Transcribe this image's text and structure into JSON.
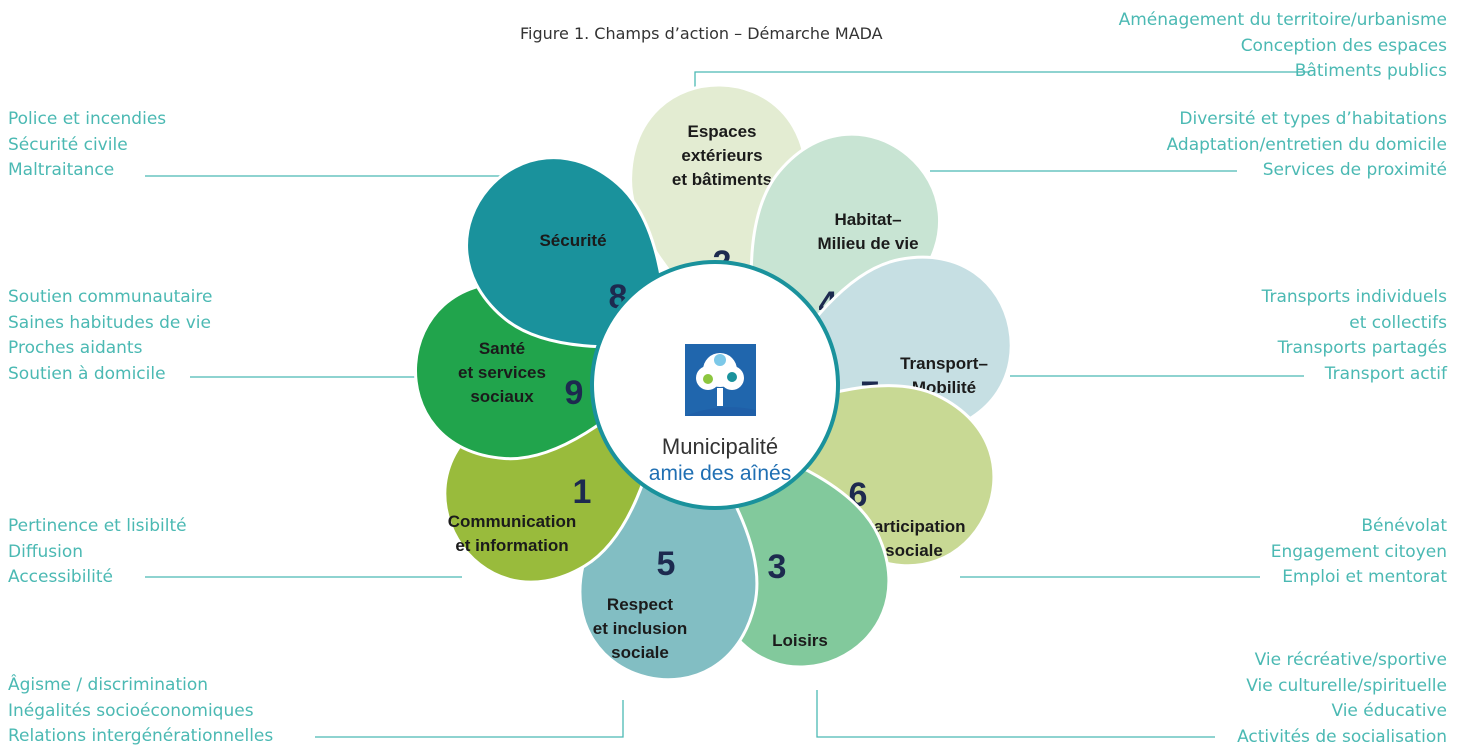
{
  "figure_title": "Figure 1. Champs d’action – Démarche MADA",
  "logo": {
    "line1": "Municipalité",
    "line2": "amie des aînés"
  },
  "colors": {
    "annotation_text": "#4bb9b3",
    "number": "#1d2a4f",
    "petal_label": "#1b1b1b"
  },
  "petals": [
    {
      "id": "espaces",
      "number": "2",
      "lines": [
        "Espaces",
        "extérieurs",
        "et bâtiments"
      ],
      "color": "#e3ecd2"
    },
    {
      "id": "habitat",
      "number": "4",
      "lines": [
        "Habitat–",
        "Milieu de vie"
      ],
      "color": "#c8e4d3"
    },
    {
      "id": "transport",
      "number": "7",
      "lines": [
        "Transport–",
        "Mobilité"
      ],
      "color": "#c6dfe3"
    },
    {
      "id": "participation",
      "number": "6",
      "lines": [
        "Participation",
        "sociale"
      ],
      "color": "#c8d994"
    },
    {
      "id": "loisirs",
      "number": "3",
      "lines": [
        "Loisirs"
      ],
      "color": "#82c99c"
    },
    {
      "id": "respect",
      "number": "5",
      "lines": [
        "Respect",
        "et inclusion",
        "sociale"
      ],
      "color": "#82bec3"
    },
    {
      "id": "communication",
      "number": "1",
      "lines": [
        "Communication",
        "et information"
      ],
      "color": "#99bb3c"
    },
    {
      "id": "sante",
      "number": "9",
      "lines": [
        "Santé",
        "et services",
        "sociaux"
      ],
      "color": "#21a44c"
    },
    {
      "id": "securite",
      "number": "8",
      "lines": [
        "Sécurité"
      ],
      "color": "#1a929c"
    }
  ],
  "annotations": {
    "espaces": [
      "Aménagement du territoire/urbanisme",
      "Conception des espaces",
      "Bâtiments publics"
    ],
    "habitat": [
      "Diversité et types d’habitations",
      "Adaptation/entretien du domicile",
      "Services de proximité"
    ],
    "transport": [
      "Transports individuels",
      "et collectifs",
      "Transports partagés",
      "Transport actif"
    ],
    "participation": [
      "Bénévolat",
      "Engagement citoyen",
      "Emploi et mentorat"
    ],
    "loisirs": [
      "Vie récréative/sportive",
      "Vie culturelle/spirituelle",
      "Vie éducative",
      "Activités de socialisation"
    ],
    "securite": [
      "Police et incendies",
      "Sécurité civile",
      "Maltraitance"
    ],
    "sante": [
      "Soutien communautaire",
      "Saines habitudes de vie",
      "Proches aidants",
      "Soutien à domicile"
    ],
    "communication": [
      "Pertinence et lisibilté",
      "Diffusion",
      "Accessibilité"
    ],
    "respect": [
      "Âgisme / discrimination",
      "Inégalités socioéconomiques",
      "Relations intergénérationnelles"
    ]
  }
}
